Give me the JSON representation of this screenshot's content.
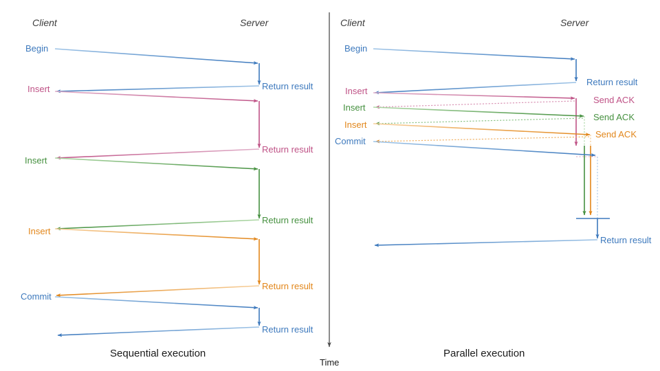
{
  "figure": {
    "title": "Sequential execution vs Parallel execution",
    "time_axis": {
      "label": "Time",
      "direction": "downward",
      "color": "#4d4d4d"
    }
  },
  "colors": {
    "blue": "#4a86c8",
    "blue_light": "#a7c7e7",
    "pink": "#c2548b",
    "pink_light": "#dba8c2",
    "green": "#4e9a4e",
    "green_light": "#a8d5a2",
    "orange": "#e8912a",
    "orange_light": "#f4c храм",
    "text_dark": "#1a1a1a",
    "role_gray": "#3c3c3c"
  },
  "panels": [
    {
      "id": "sequential",
      "caption": "Sequential execution",
      "actors": {
        "client": "Client",
        "server": "Server"
      },
      "messages": [
        {
          "label": "Begin",
          "side": "client",
          "color": "blue"
        },
        {
          "label": "Return result",
          "side": "server",
          "color": "blue"
        },
        {
          "label": "Insert",
          "side": "client",
          "color": "pink"
        },
        {
          "label": "Return result",
          "side": "server",
          "color": "pink"
        },
        {
          "label": "Insert",
          "side": "client",
          "color": "green"
        },
        {
          "label": "Return result",
          "side": "server",
          "color": "green"
        },
        {
          "label": "Insert",
          "side": "client",
          "color": "orange"
        },
        {
          "label": "Return result",
          "side": "server",
          "color": "orange"
        },
        {
          "label": "Commit",
          "side": "client",
          "color": "blue"
        },
        {
          "label": "Return result",
          "side": "server",
          "color": "blue"
        }
      ]
    },
    {
      "id": "parallel",
      "caption": "Parallel execution",
      "actors": {
        "client": "Client",
        "server": "Server"
      },
      "messages": [
        {
          "label": "Begin",
          "side": "client",
          "color": "blue"
        },
        {
          "label": "Return result",
          "side": "server",
          "color": "blue"
        },
        {
          "label": "Insert",
          "side": "client",
          "color": "pink"
        },
        {
          "label": "Send ACK",
          "side": "server",
          "color": "pink"
        },
        {
          "label": "Insert",
          "side": "client",
          "color": "green"
        },
        {
          "label": "Send ACK",
          "side": "server",
          "color": "green"
        },
        {
          "label": "Insert",
          "side": "client",
          "color": "orange"
        },
        {
          "label": "Send ACK",
          "side": "server",
          "color": "orange"
        },
        {
          "label": "Commit",
          "side": "client",
          "color": "blue"
        },
        {
          "label": "Return result",
          "side": "server",
          "color": "blue"
        }
      ]
    }
  ],
  "labels": {
    "left": {
      "role_client": "Client",
      "role_server": "Server",
      "caption": "Sequential execution",
      "client_msgs": [
        "Begin",
        "Insert",
        "Insert",
        "Insert",
        "Commit"
      ],
      "server_msgs": [
        "Return result",
        "Return result",
        "Return result",
        "Return result",
        "Return result"
      ]
    },
    "right": {
      "role_client": "Client",
      "role_server": "Server",
      "caption": "Parallel execution",
      "client_msgs": [
        "Begin",
        "Insert",
        "Insert",
        "Insert",
        "Commit"
      ],
      "server_msgs": [
        "Return result",
        "Send ACK",
        "Send ACK",
        "Send ACK",
        "Return result"
      ]
    },
    "time": "Time"
  }
}
